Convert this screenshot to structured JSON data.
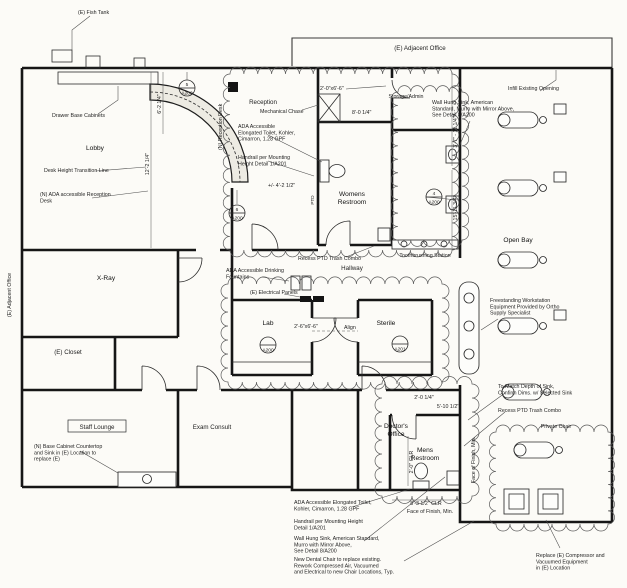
{
  "rooms": {
    "lobby": "Lobby",
    "reception": "Reception",
    "storage": "Storage/Admin",
    "womens": "Womens\nRestroom",
    "xray": "X-Ray",
    "hallway": "Hallway",
    "lab": "Lab",
    "sterile": "Sterile",
    "closet": "(E) Closet",
    "staff_lounge": "Staff Lounge",
    "exam": "Exam Consult",
    "doctors": "Doctor's\nOffice",
    "mens": "Mens\nRestroom",
    "open_bay": "Open Bay",
    "private_chair": "Private Chair"
  },
  "notes": {
    "fish_tank": "(E) Fish Tank",
    "adjacent_top": "(E) Adjacent Office",
    "adjacent_left": "(E) Adjacent Office",
    "infill": "Infill Existing Opening",
    "drawer_base": "Drawer Base Cabinets",
    "desk_height": "Desk Height Transition Line",
    "ada_reception": "(N) ADA accessible Reception\nDesk",
    "reception_desk": "(N) Reception Desk",
    "mech_chase": "Mechanical Chase",
    "ada_toilet_a": "ADA Accessible\nElongated Toilet, Kohler,\nCimarron, 1.28 GPF",
    "handrail_a": "Handrail per Mounting\nHeight Detail 1/A201",
    "sink_right": "Wall Hung Sink, American\nStandard, Murro with Mirror Above,\nSee Detail 8/A200",
    "toothbrush": "Toothbrushing Station",
    "recess_a": "Recess PTD Trash Combo",
    "fountains": "ADA Accessible Drinking\nFountains",
    "elec": "(E) Electrical Panels",
    "align": "Align",
    "freestanding": "Freestanding Workstation\nEquipment Provided by Ortho\nSupply Specialist",
    "match_depth": "To Match Depth of Sink,\nConfirm Dims. w/ Selected Sink",
    "recess_b": "Recess PTD Trash Combo",
    "base_cabinet": "(N) Base Cabinet Countertop\nand Sink in (E) Location to\nreplace (E)",
    "ada_toilet_b": "ADA Accessible Elongated Toilet,\nKohler, Cimarron, 1.28 GPF",
    "handrail_b": "Handrail per Mounting Height\nDetail 1/A201",
    "sink_bottom": "Wall Hung Sink, American Standard,\nMurro with Mirror Above,\nSee Detail 8/A200",
    "new_chair": "New Dental Chair to replace existing.\nRework Compressed Air, Vacuumed\nand Electrical to new Chair Locations, Typ.",
    "replace_comp": "Replace (E) Compressor and\nVacuumed Equipment\nin (E) Location",
    "face_finish_h": "Face of Finish, Min.",
    "face_finish_v": "Face of Finish, Min.",
    "ptd": "PTD"
  },
  "dims": {
    "d1": "6'-2 1/4\"",
    "d2": "12'-2 1/4\"",
    "d3": "2'-0\"x6'-6\"",
    "d4": "8'-0 1/4\"",
    "d5": "+/- 4'-2 1/2\"",
    "d6": "3'-7\" - 11 1/4\"",
    "d7": "15'-11 3/4\"",
    "d8": "2'-6\"x6'-6\"",
    "d9": "2'-0 1/4\"",
    "d10": "5'-10 1/2\"",
    "d11": "2'-0\" CLR",
    "d12": "8'-3 1/2\" CLR"
  },
  "callouts": {
    "c5": {
      "num": "5",
      "sheet": "A200"
    },
    "c6": {
      "num": "6",
      "sheet": "A200"
    },
    "c4": {
      "num": "4",
      "sheet": "A200"
    },
    "clab": {
      "num": "",
      "sheet": "A200"
    },
    "csterile": {
      "num": "",
      "sheet": "A201"
    }
  }
}
